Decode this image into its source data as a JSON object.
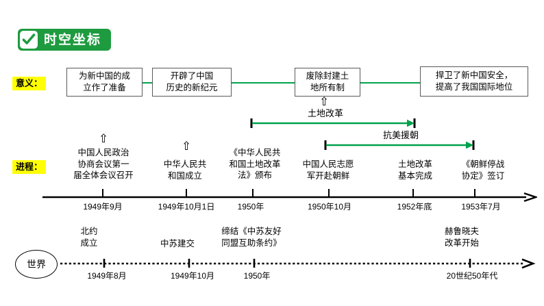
{
  "header": {
    "badge_title": "时空坐标",
    "check_icon": "check-icon",
    "badge_color": "#1e9b3f"
  },
  "rows": {
    "significance_label": "意义：",
    "process_label": "进程：",
    "world_label": "世界",
    "highlight_color": "#ffff00"
  },
  "significance_boxes": [
    {
      "text": "为新中国的成\n立作了准备"
    },
    {
      "text": "开辟了中国\n历史的新纪元"
    },
    {
      "text": "废除封建土\n地所有制"
    },
    {
      "text": "捍卫了新中国安全，\n提高了我国国际地位"
    }
  ],
  "span_arrows": [
    {
      "label": "土地改革",
      "color": "#00a14b"
    },
    {
      "label": "抗美援朝",
      "color": "#00a14b"
    }
  ],
  "process_events": [
    {
      "caption": "中国人民政治\n协商会议第一\n届全体会议召开",
      "date": "1949年9月",
      "marker": "up-arrow"
    },
    {
      "caption": "中华人民共\n和国成立",
      "date": "1949年10月1日",
      "marker": "up-arrow"
    },
    {
      "caption": "《中华人民共\n和国土地改革\n法》颁布",
      "date": "1950年",
      "marker": "none"
    },
    {
      "caption": "中国人民志愿\n军开赴朝鲜",
      "date": "1950年10月",
      "marker": "none"
    },
    {
      "caption": "土地改革\n基本完成",
      "date": "1952年底",
      "marker": "none"
    },
    {
      "caption": "《朝鲜停战\n协定》签订",
      "date": "1953年7月",
      "marker": "none"
    }
  ],
  "world_events": [
    {
      "caption": "北约\n成立",
      "date": "1949年8月"
    },
    {
      "caption": "中苏建交",
      "date": "1949年10月"
    },
    {
      "caption": "缔结《中苏友好\n同盟互助条约》",
      "date": "1950年"
    },
    {
      "caption": "赫鲁晓夫\n改革开始",
      "date": "20世纪50年代"
    }
  ],
  "axes": {
    "main_axis_name": "main-timeline-axis",
    "world_axis_name": "world-timeline-axis"
  }
}
